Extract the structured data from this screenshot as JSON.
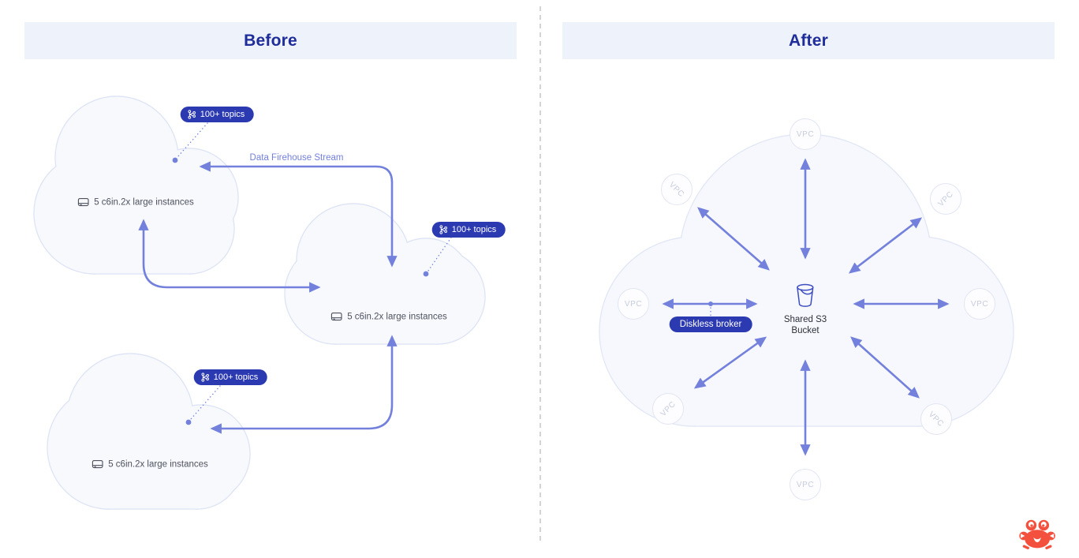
{
  "header": {
    "before": "Before",
    "after": "After"
  },
  "before": {
    "stream_label": "Data Firehouse Stream",
    "clusters": [
      {
        "badge": "100+ topics",
        "label": "5 c6in.2x large instances"
      },
      {
        "badge": "100+ topics",
        "label": "5 c6in.2x large instances"
      },
      {
        "badge": "100+ topics",
        "label": "5 c6in.2x large instances"
      }
    ]
  },
  "after": {
    "vpc_label": "VPC",
    "center": {
      "line1": "Shared S3",
      "line2": "Bucket"
    },
    "broker_badge": "Diskless broker"
  },
  "icons": {
    "badge_icon": "kafka-topics-icon",
    "cluster_icon": "server-instance-icon",
    "center_icon": "s3-bucket-icon",
    "logo": "crab-logo-icon"
  },
  "colors": {
    "header_bg": "#EEF2FB",
    "header_text": "#1F2D9B",
    "badge_bg": "#2C3AB2",
    "arrow": "#7380DC",
    "cloud_fill": "#F7F9FD",
    "cloud_border": "#DEE4F5",
    "vpc_text": "#C6CCDF",
    "instance_text": "#4F525E",
    "crab_red": "#F4503E"
  }
}
